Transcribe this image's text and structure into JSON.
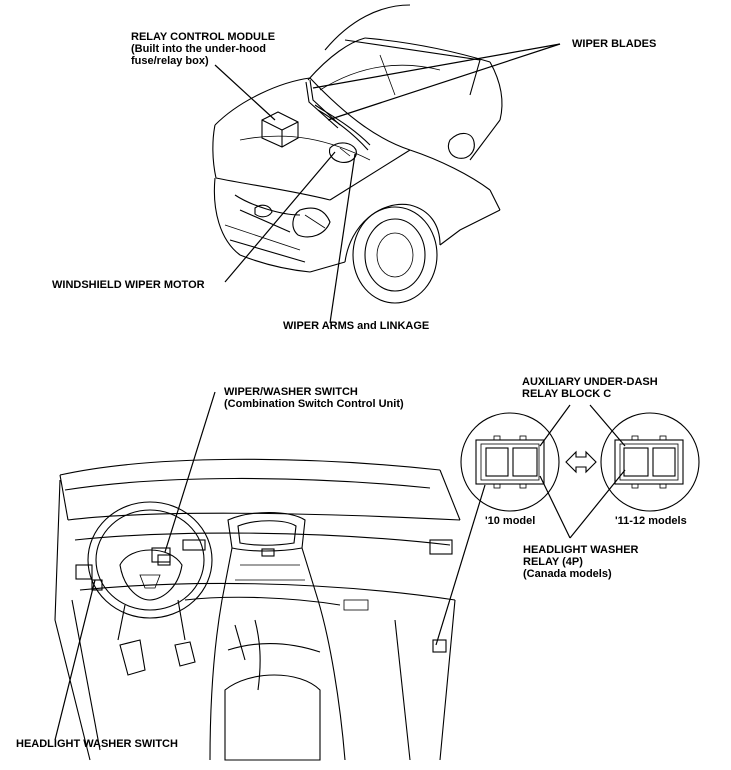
{
  "labels": {
    "relay_module": [
      "RELAY CONTROL MODULE",
      "(Built into the under-hood",
      "fuse/relay box)"
    ],
    "wiper_blades": "WIPER BLADES",
    "wiper_motor": "WINDSHIELD WIPER MOTOR",
    "wiper_arms": "WIPER ARMS and LINKAGE",
    "washer_switch": [
      "WIPER/WASHER SWITCH",
      "(Combination Switch Control Unit)"
    ],
    "relay_block": [
      "AUXILIARY UNDER-DASH",
      "RELAY BLOCK C"
    ],
    "model_10": "'10 model",
    "model_11_12": "'11-12 models",
    "headlight_relay": [
      "HEADLIGHT WASHER",
      "RELAY (4P)",
      "(Canada models)"
    ],
    "headlight_switch": "HEADLIGHT WASHER SWITCH"
  }
}
